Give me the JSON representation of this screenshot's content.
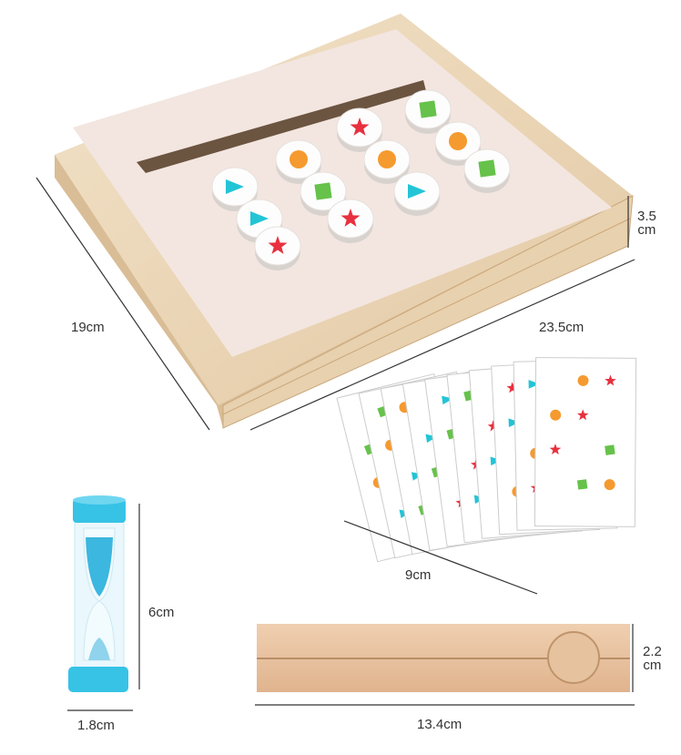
{
  "dimensions": {
    "board_depth": "19cm",
    "board_width": "23.5cm",
    "board_height_value": "3.5",
    "board_height_unit": "cm",
    "card_width": "9cm",
    "timer_height": "6cm",
    "timer_diameter": "1.8cm",
    "stand_height_value": "2.2",
    "stand_height_unit": "cm",
    "stand_length": "13.4cm"
  },
  "colors": {
    "wood_frame": "#ecd9bd",
    "board_top": "#f3e6e0",
    "cyan": "#22c4d6",
    "red": "#e8303e",
    "orange": "#f59a2e",
    "green": "#66c24a",
    "timer_cap": "#36c3e6"
  },
  "puzzle_columns": [
    [
      "triangle-cyan",
      "triangle-cyan",
      "star-red"
    ],
    [
      "circle-orange",
      "square-green",
      "star-red"
    ],
    [
      "star-red",
      "circle-orange",
      "triangle-cyan"
    ],
    [
      "square-green",
      "circle-orange",
      "square-green"
    ]
  ]
}
